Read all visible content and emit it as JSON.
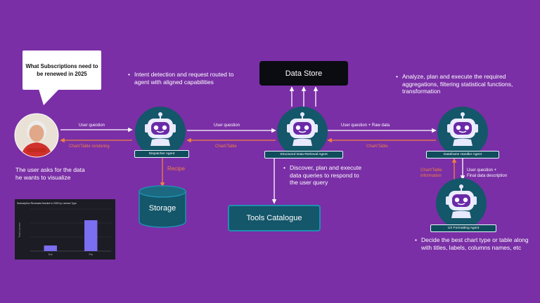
{
  "question_bubble": {
    "text": "What Subscriptions need to be renewed in 2025"
  },
  "user": {
    "caption": "The user asks for the data he wants to visualize"
  },
  "agents": {
    "dispatcher": {
      "label": "Dispatcher Agent",
      "bullet": "Intent detection and request routed to agent with aligned capabilities"
    },
    "retrieval": {
      "label": "Structured Data Retrieval Agent",
      "bullet": "Discover, plan and execute data queries to respond to the user query"
    },
    "handler": {
      "label": "Dataframe Handler Agent",
      "bullet": "Analyze, plan and execute the required aggregations, filtering statistical functions, transformation"
    },
    "formatting": {
      "label": "UX Formatting Agent",
      "bullet": "Decide the best chart type or table along with titles, labels, columns names, etc"
    }
  },
  "data_store": {
    "label": "Data Store"
  },
  "tools_catalogue": {
    "label": "Tools Catalogue"
  },
  "storage": {
    "label": "Storage"
  },
  "flow_labels": {
    "user_q1": "User question",
    "render": "Chart/Table rendering",
    "user_q2": "User question",
    "chart_table_1": "Chart/Table",
    "user_q_raw": "User question + Raw data",
    "chart_table_2": "Chart/Table",
    "recipe": "Recipe",
    "chart_info": [
      "Chart/Table",
      "information"
    ],
    "user_q_final": [
      "User question +",
      "Final data description"
    ]
  },
  "colors": {
    "background": "#7a2fa6",
    "agent_circle": "#14566a",
    "orange_flow": "#f08040",
    "data_store": "#0b0b12"
  },
  "mini_chart": {
    "title": "Subscription Renewals Needed in 2025 by License Type",
    "chart_data": {
      "type": "bar",
      "categories": [
        "Ent",
        "Pro"
      ],
      "values": [
        4,
        22
      ],
      "ylim": [
        0,
        30
      ],
      "title": "Subscription Renewals Needed in 2025 by License Type",
      "ylabel": "Total Licenses",
      "xlabel": "",
      "grid": true
    }
  }
}
